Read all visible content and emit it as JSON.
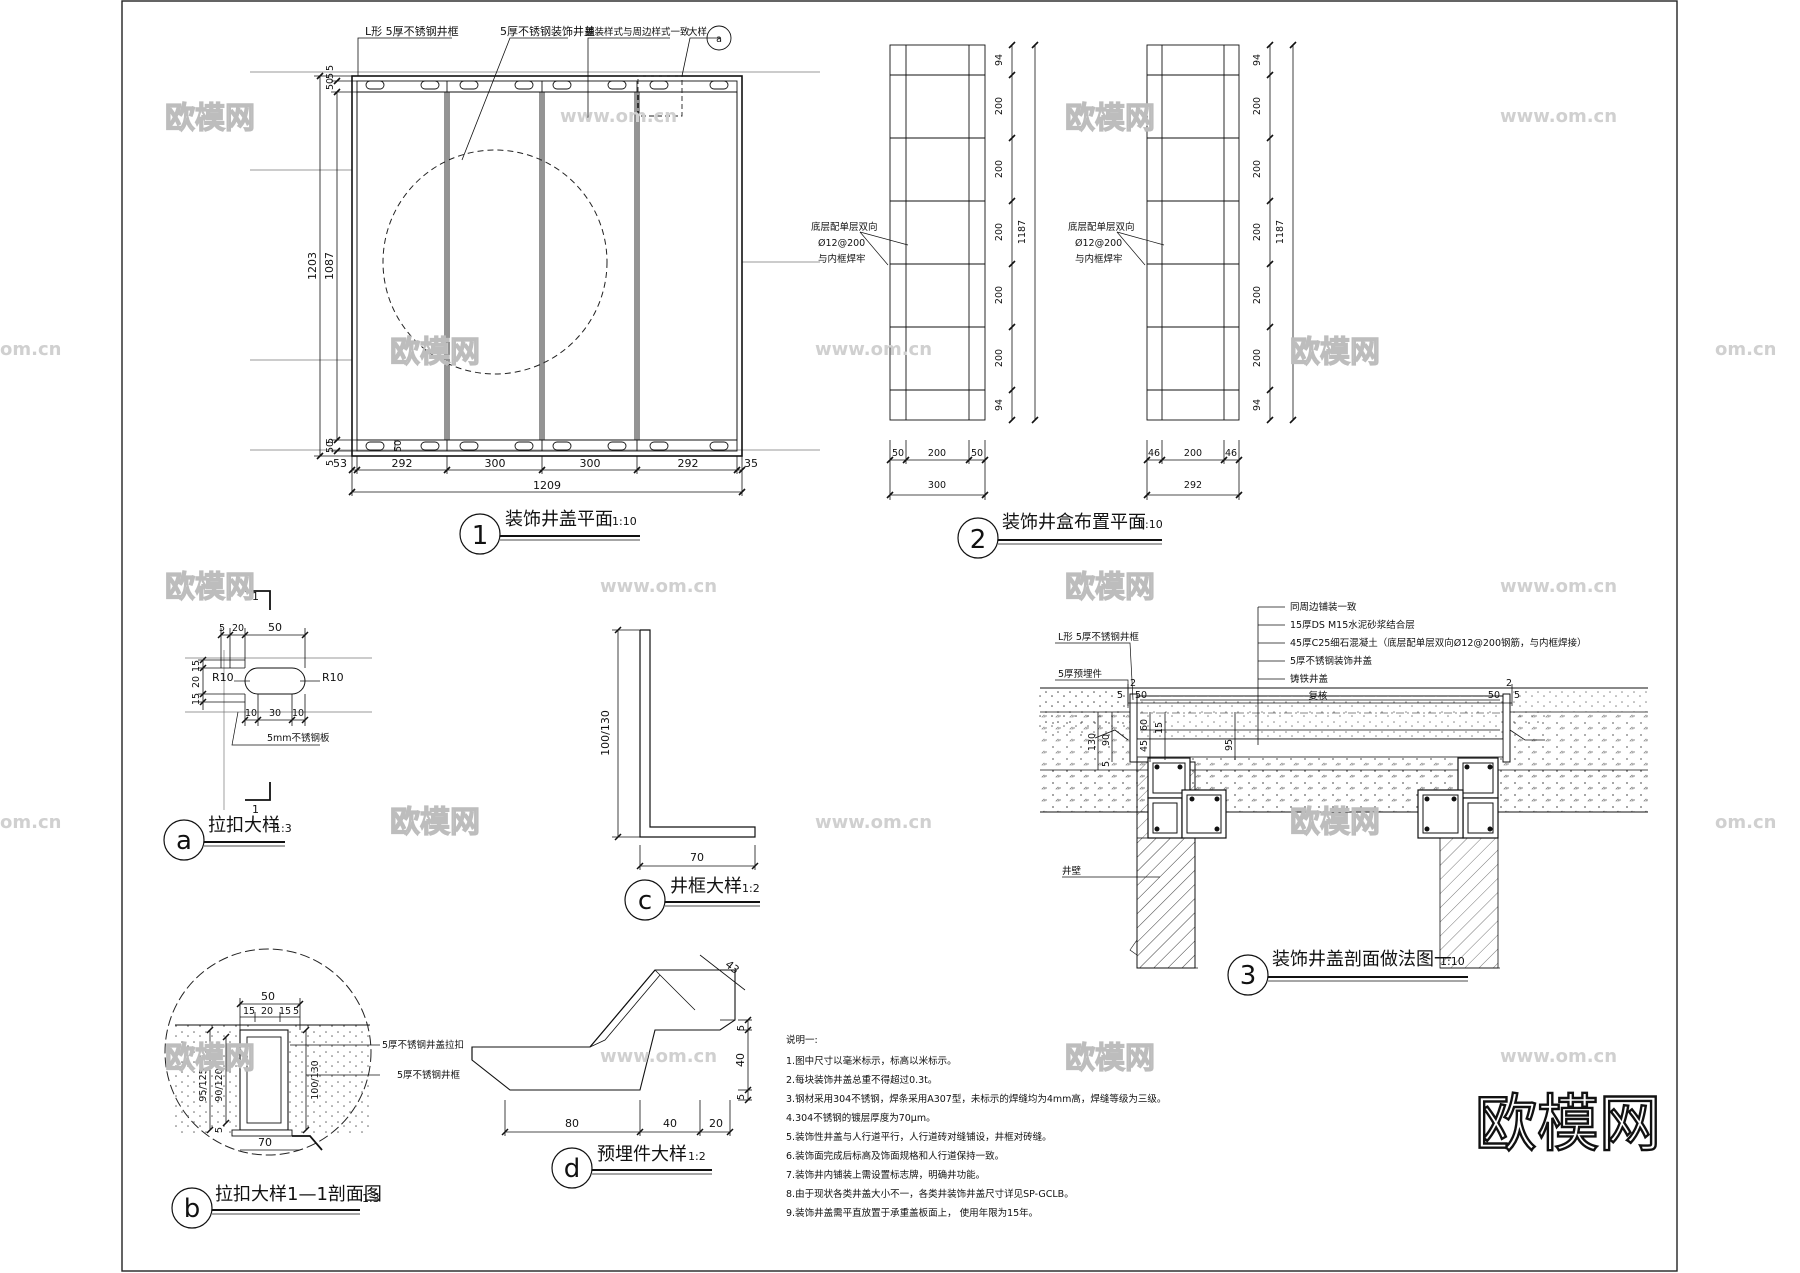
{
  "drawing": {
    "views": {
      "v1": {
        "num": "1",
        "title": "装饰井盖平面",
        "scale": "1:10"
      },
      "v2": {
        "num": "2",
        "title": "装饰井盒布置平面",
        "scale": "1:10"
      },
      "v3": {
        "num": "3",
        "title": "装饰井盖剖面做法图一",
        "scale": "1:10"
      },
      "va": {
        "num": "a",
        "title": "拉扣大样",
        "scale": "1:3"
      },
      "vb": {
        "num": "b",
        "title": "拉扣大样1—1剖面图",
        "scale": "1:3"
      },
      "vc": {
        "num": "c",
        "title": "井框大样",
        "scale": "1:2"
      },
      "vd": {
        "num": "d",
        "title": "预埋件大样",
        "scale": "1:2"
      }
    },
    "plan1": {
      "lbl_frame": "L形 5厚不锈钢井框",
      "lbl_cover": "5厚不锈钢装饰井盖",
      "lbl_paving": "铺装样式与周边样式一致",
      "lbl_detail": "大样",
      "detail_ref": "a",
      "dims_bottom": [
        "53",
        "292",
        "300",
        "300",
        "292",
        "35"
      ],
      "dim_total": "1209",
      "dim_left_outer": "1203",
      "dim_left_inner": "1087",
      "dims_top_left": [
        "50",
        "5",
        "5"
      ],
      "dims_bottom_left": [
        "5",
        "50",
        "5"
      ],
      "dim_slot": "50"
    },
    "plan2": {
      "rebar_note": [
        "底层配单层双向",
        "Ø12@200",
        "与内框焊牢"
      ],
      "dims_v": [
        "94",
        "200",
        "200",
        "200",
        "200",
        "200",
        "94"
      ],
      "dim_v_total": "1187",
      "left_dims_h": [
        "50",
        "200",
        "50"
      ],
      "left_total": "300",
      "right_dims_h": [
        "46",
        "200",
        "46"
      ],
      "right_total": "292"
    },
    "detail_a": {
      "section_mark": "1",
      "dims_top": [
        "5",
        "20",
        "50"
      ],
      "dims_left": [
        "15",
        "20",
        "15"
      ],
      "r_left": "R10",
      "r_right": "R10",
      "dims_bottom": [
        "10",
        "30",
        "10"
      ],
      "plate": "5mm不锈钢板"
    },
    "detail_b": {
      "dim_top": "50",
      "dims_top2": [
        "15",
        "20",
        "15",
        "5"
      ],
      "dim_left1": "95/125",
      "dim_left2": "90/120",
      "dim_left3": "5",
      "dim_right": "100/130",
      "dim_bottom": "70",
      "lbl1": "5厚不锈钢井盖拉扣",
      "lbl2": "5厚不锈钢井框"
    },
    "detail_c": {
      "dim_v": "100/130",
      "dim_h": "70"
    },
    "detail_d": {
      "dims_bottom": [
        "80",
        "40",
        "20"
      ],
      "dims_right": [
        "5",
        "40",
        "5"
      ],
      "dim_slope": "43"
    },
    "section3": {
      "layers": [
        "同周边铺装一致",
        "15厚DS M15水泥砂浆结合层",
        "45厚C25细石混凝土（底层配单层双向Ø12@200钢筋，与内框焊接）",
        "5厚不锈钢装饰井盖",
        "铸铁井盖"
      ],
      "lbl_frame": "L形 5厚不锈钢井框",
      "lbl_embed": "5厚预埋件",
      "lbl_wall": "井壁",
      "dim_span": "复核",
      "dims_left_top": [
        "2",
        "5",
        "50"
      ],
      "dims_right_top": [
        "2",
        "50",
        "5"
      ],
      "dims_v": [
        "130",
        "90",
        "5",
        "45",
        "60",
        "15",
        "95"
      ]
    },
    "notes": {
      "title": "说明一:",
      "items": [
        "1.图中尺寸以毫米标示，标高以米标示。",
        "2.每块装饰井盖总重不得超过0.3t。",
        "3.钢材采用304不锈钢，焊条采用A307型，未标示的焊缝均为4mm高，焊缝等级为三级。",
        "4.304不锈钢的镀层厚度为70μm。",
        "5.装饰性井盖与人行道平行，人行道砖对缝铺设，井框对砖缝。",
        "6.装饰面完成后标高及饰面规格和人行道保持一致。",
        "7.装饰井内铺装上需设置标志牌，明确井功能。",
        "8.由于现状各类井盖大小不一，各类井装饰井盖尺寸详见SP-GCLB。",
        "9.装饰井盖需平直放置于承重盖板面上， 使用年限为15年。"
      ]
    },
    "watermarks": {
      "cn": "欧模网",
      "url": "www.om.cn",
      "url2": "om.cn",
      "brand": "欧模网"
    }
  }
}
